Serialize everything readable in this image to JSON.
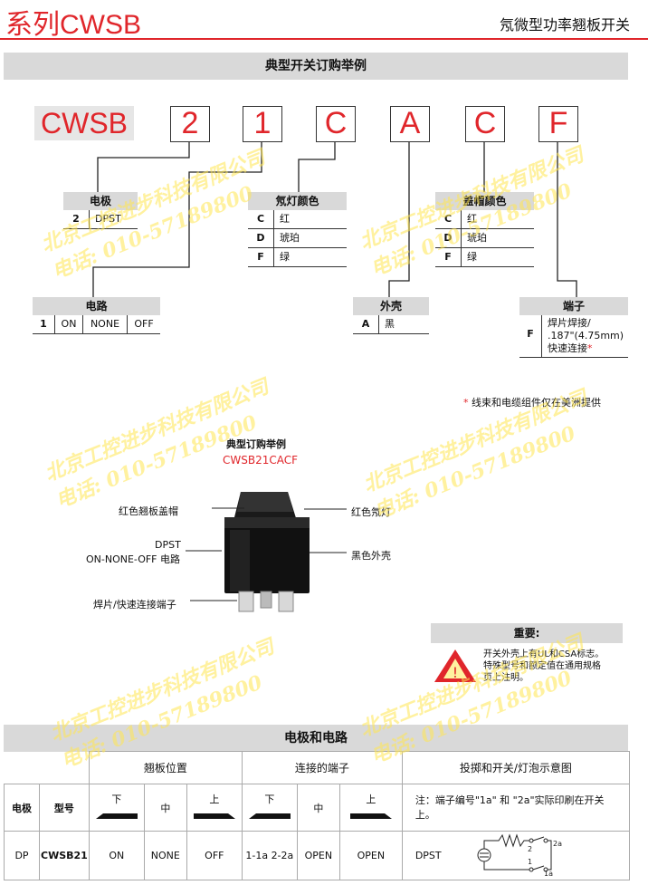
{
  "header": {
    "series_title": "系列CWSB",
    "product_title": "氖微型功率翘板开关"
  },
  "order_example": {
    "band_title": "典型开关订购举例",
    "codes": [
      "CWSB",
      "2",
      "1",
      "C",
      "A",
      "C",
      "F"
    ]
  },
  "poles": {
    "title": "电极",
    "rows": [
      {
        "key": "2",
        "value": "DPST"
      }
    ]
  },
  "circuit": {
    "title": "电路",
    "cols": [
      "1",
      "ON",
      "NONE",
      "OFF"
    ]
  },
  "lamp_color": {
    "title": "氖灯颜色",
    "rows": [
      {
        "key": "C",
        "value": "红"
      },
      {
        "key": "D",
        "value": "琥珀"
      },
      {
        "key": "F",
        "value": "绿"
      }
    ]
  },
  "cap_color": {
    "title": "盖帽颜色",
    "rows": [
      {
        "key": "C",
        "value": "红"
      },
      {
        "key": "D",
        "value": "琥珀"
      },
      {
        "key": "F",
        "value": "绿"
      }
    ]
  },
  "housing": {
    "title": "外壳",
    "rows": [
      {
        "key": "A",
        "value": "黑"
      }
    ]
  },
  "terminal": {
    "title": "端子",
    "key": "F",
    "line1": "焊片焊接/",
    "line2": ".187\"(4.75mm)",
    "line3": "快速连接",
    "star": "*"
  },
  "footnote": {
    "star": "*",
    "text": "线束和电缆组件仅在美洲提供"
  },
  "typical": {
    "title": "典型订购举例",
    "code": "CWSB21CACF",
    "labels": {
      "cap": "红色翘板盖帽",
      "dpst": "DPST",
      "circuit": "ON-NONE-OFF 电路",
      "terminal": "焊片/快速连接端子",
      "lamp": "红色氖灯",
      "housing": "黑色外壳"
    }
  },
  "important": {
    "title": "重要:",
    "line1": "开关外壳上有UL和CSA标志。",
    "line2": "特殊型号和额定值在通用规格",
    "line3": "页上注明。"
  },
  "watermark": {
    "company": "北京工控进步科技有限公司",
    "phone": "电话: 010-57189800"
  },
  "matrix": {
    "band_title": "电极和电路",
    "rocker_position": "翘板位置",
    "connected_terminals": "连接的端子",
    "schematic": "投掷和开关/灯泡示意图",
    "down": "下",
    "mid": "中",
    "up": "上",
    "poles_label": "电极",
    "model_label": "型号",
    "note": "注：端子编号\"1a\" 和 \"2a\"实际印刷在开关上。",
    "row": {
      "poles": "DP",
      "model": "CWSB21",
      "pos_down": "ON",
      "pos_mid": "NONE",
      "pos_up": "OFF",
      "t_down": "1-1a  2-2a",
      "t_mid": "OPEN",
      "t_up": "OPEN",
      "type": "DPST"
    },
    "schematic_labels": {
      "t2": "2",
      "t2a": "2a",
      "t1": "1",
      "t1a": "1a"
    }
  },
  "colors": {
    "accent": "#e0262b",
    "band": "#d9d9d9"
  }
}
